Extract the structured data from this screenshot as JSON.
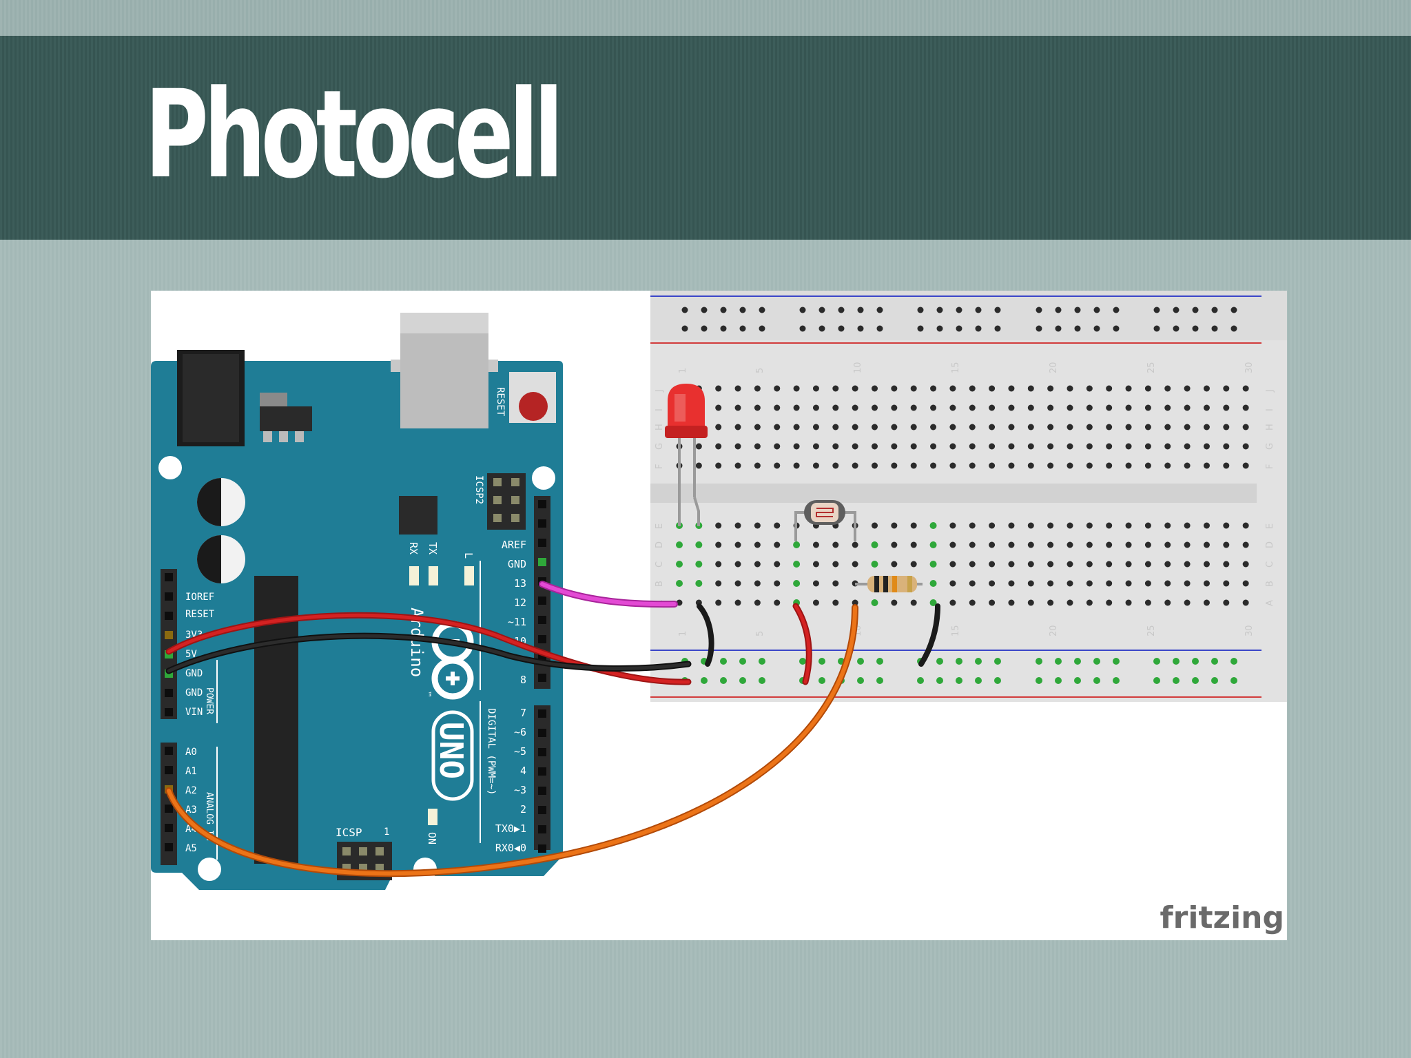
{
  "slide": {
    "title": "Photocell"
  },
  "board": {
    "reset": "RESET",
    "icsp2": "ICSP2",
    "aref": "AREF",
    "gnd": "GND",
    "pin13": "13",
    "pin12": "12",
    "pin11": "~11",
    "pin10": "10",
    "pin8": "8",
    "pin7": "7",
    "pin6": "~6",
    "pin5": "~5",
    "pin4": "4",
    "pin3": "~3",
    "pin2": "2",
    "pin1": "TX0▶1",
    "pin0": "RX0◀0",
    "digital": "DIGITAL (PWM=~)",
    "tx": "TX",
    "rx": "RX",
    "l": "L",
    "brand": "Arduino",
    "tm": "™",
    "model": "UNO",
    "on": "ON",
    "icsp": "ICSP",
    "icsp_pin": "1",
    "ioref": "IOREF",
    "reset_pin": "RESET",
    "v33": "3V3",
    "v5": "5V",
    "gnd1": "GND",
    "gnd2": "GND",
    "vin": "VIN",
    "power": "POWER",
    "a0": "A0",
    "a1": "A1",
    "a2": "A2",
    "a3": "A3",
    "a4": "A4",
    "a5": "A5",
    "analog": "ANALOG IN"
  },
  "breadboard": {
    "cols_top": [
      "1",
      "5",
      "10",
      "15",
      "20",
      "25",
      "30"
    ],
    "cols_bottom": [
      "1",
      "5",
      "10",
      "15",
      "20",
      "25",
      "30"
    ],
    "rows_top": [
      "J",
      "I",
      "H",
      "G",
      "F"
    ],
    "rows_bottom": [
      "E",
      "D",
      "C",
      "B",
      "A"
    ]
  },
  "watermark": "fritzing",
  "colors": {
    "board": "#1f7d96",
    "wire_power": "#cc1f1f",
    "wire_ground": "#222222",
    "wire_signal": "#e03cd0",
    "wire_analog": "#e86c10",
    "led": "#e8302f"
  }
}
